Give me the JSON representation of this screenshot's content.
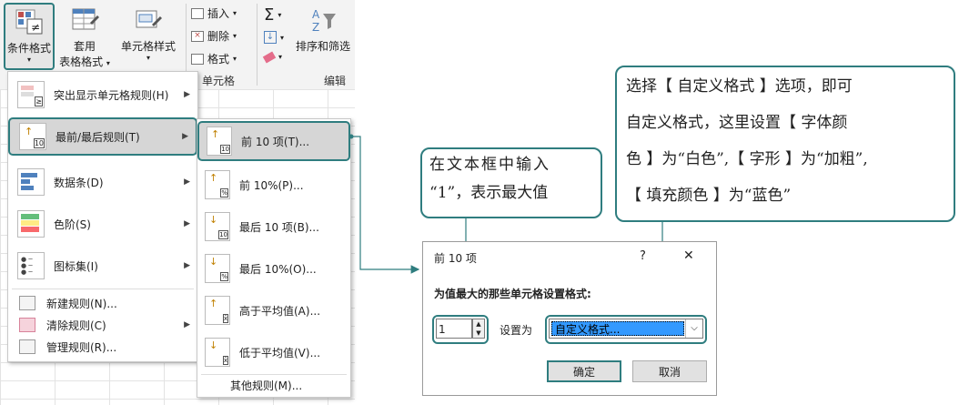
{
  "ribbon": {
    "conditional_format": "条件格式",
    "table_format_line1": "套用",
    "table_format_line2": "表格格式",
    "cell_style": "单元格样式",
    "insert": "插入",
    "delete": "删除",
    "format": "格式",
    "sort_filter": "排序和筛选",
    "cells_group": "单元格",
    "edit_group": "编辑"
  },
  "menu": {
    "items": [
      {
        "label": "突出显示单元格规则(H)"
      },
      {
        "label": "最前/最后规则(T)"
      },
      {
        "label": "数据条(D)"
      },
      {
        "label": "色阶(S)"
      },
      {
        "label": "图标集(I)"
      }
    ],
    "small_items": [
      {
        "label": "新建规则(N)..."
      },
      {
        "label": "清除规则(C)"
      },
      {
        "label": "管理规则(R)..."
      }
    ]
  },
  "submenu": {
    "items": [
      {
        "label": "前 10 项(T)..."
      },
      {
        "label": "前 10%(P)..."
      },
      {
        "label": "最后 10 项(B)..."
      },
      {
        "label": "最后 10%(O)..."
      },
      {
        "label": "高于平均值(A)..."
      },
      {
        "label": "低于平均值(V)..."
      }
    ],
    "other": "其他规则(M)..."
  },
  "callouts": {
    "input": [
      "在文本框中输入",
      "“1”，表示最大值"
    ],
    "format": [
      "选择【 自定义格式 】选项，即可",
      "自定义格式，这里设置【 字体颜",
      "色 】为“白色”,【 字形 】为“加粗”,",
      "【 填充颜色 】为“蓝色”"
    ]
  },
  "dialog": {
    "title": "前 10 项",
    "help": "?",
    "close": "✕",
    "prompt": "为值最大的那些单元格设置格式:",
    "value": "1",
    "set_as": "设置为",
    "selected_format": "自定义格式...",
    "ok": "确定",
    "cancel": "取消"
  },
  "colors": {
    "accent": "#2f7d7f",
    "select_blue": "#3399ff"
  }
}
